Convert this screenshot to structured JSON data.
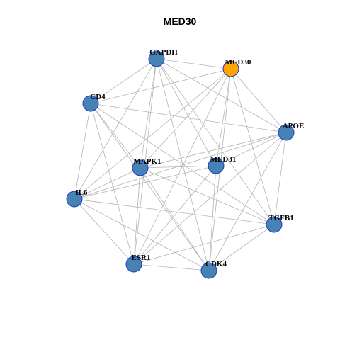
{
  "title": "MED30",
  "colors": {
    "hub_fill": "#FFA500",
    "node_fill": "#4682B4",
    "node_stroke": "#1E3CC8",
    "edge": "#B4B4B4"
  },
  "nodes": [
    {
      "id": "GAPDH",
      "label": "GAPDH",
      "hub": false
    },
    {
      "id": "MED30",
      "label": "MED30",
      "hub": true
    },
    {
      "id": "CD4",
      "label": "CD4",
      "hub": false
    },
    {
      "id": "APOE",
      "label": "APOE",
      "hub": false
    },
    {
      "id": "MAPK1",
      "label": "MAPK1",
      "hub": false
    },
    {
      "id": "MED31",
      "label": "MED31",
      "hub": false
    },
    {
      "id": "IL6",
      "label": "IL6",
      "hub": false
    },
    {
      "id": "TGFB1",
      "label": "TGFB1",
      "hub": false
    },
    {
      "id": "ESR1",
      "label": "ESR1",
      "hub": false
    },
    {
      "id": "CDK4",
      "label": "CDK4",
      "hub": false
    }
  ],
  "edges": [
    [
      "GAPDH",
      "MED30"
    ],
    [
      "GAPDH",
      "CD4"
    ],
    [
      "GAPDH",
      "APOE"
    ],
    [
      "GAPDH",
      "MAPK1"
    ],
    [
      "GAPDH",
      "MED31"
    ],
    [
      "GAPDH",
      "IL6"
    ],
    [
      "GAPDH",
      "TGFB1"
    ],
    [
      "GAPDH",
      "ESR1"
    ],
    [
      "GAPDH",
      "CDK4"
    ],
    [
      "MED30",
      "CD4"
    ],
    [
      "MED30",
      "APOE"
    ],
    [
      "MED30",
      "MAPK1"
    ],
    [
      "MED30",
      "MED31"
    ],
    [
      "MED30",
      "IL6"
    ],
    [
      "MED30",
      "TGFB1"
    ],
    [
      "MED30",
      "ESR1"
    ],
    [
      "MED30",
      "CDK4"
    ],
    [
      "CD4",
      "APOE"
    ],
    [
      "CD4",
      "MAPK1"
    ],
    [
      "CD4",
      "IL6"
    ],
    [
      "CD4",
      "TGFB1"
    ],
    [
      "CD4",
      "ESR1"
    ],
    [
      "CD4",
      "CDK4"
    ],
    [
      "APOE",
      "MAPK1"
    ],
    [
      "APOE",
      "MED31"
    ],
    [
      "APOE",
      "IL6"
    ],
    [
      "APOE",
      "TGFB1"
    ],
    [
      "APOE",
      "ESR1"
    ],
    [
      "APOE",
      "CDK4"
    ],
    [
      "MAPK1",
      "MED31"
    ],
    [
      "MAPK1",
      "IL6"
    ],
    [
      "MAPK1",
      "TGFB1"
    ],
    [
      "MAPK1",
      "ESR1"
    ],
    [
      "MAPK1",
      "CDK4"
    ],
    [
      "MED31",
      "IL6"
    ],
    [
      "MED31",
      "ESR1"
    ],
    [
      "MED31",
      "CDK4"
    ],
    [
      "IL6",
      "TGFB1"
    ],
    [
      "IL6",
      "ESR1"
    ],
    [
      "IL6",
      "CDK4"
    ],
    [
      "TGFB1",
      "ESR1"
    ],
    [
      "TGFB1",
      "CDK4"
    ],
    [
      "ESR1",
      "CDK4"
    ]
  ]
}
